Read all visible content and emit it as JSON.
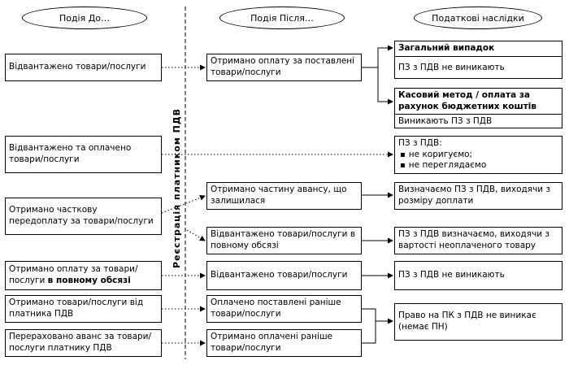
{
  "headers": {
    "before": "Подія До…",
    "after": "Подія Після…",
    "consequences": "Податкові наслідки"
  },
  "registration_label": "Реєстрація платником ПДВ",
  "before_events": [
    "Відвантажено товари/послуги",
    "Відвантажено та оплачено товари/послуги",
    "Отримано часткову передоплату за товари/послуги",
    "Отримано оплату за товари/ послуги в повному обсязі",
    "Отримано товари/послуги від платника ПДВ",
    "Перераховано аванс за товари/ послуги платнику ПДВ"
  ],
  "before_event_4_parts": {
    "normal": "Отримано оплату за товари/ послуги ",
    "bold": "в повному обсязі"
  },
  "after_events": [
    "Отримано оплату за поставлені товари/послуги",
    "Отримано частину авансу, що залишилася",
    "Відвантажено товари/послуги в повному обсязі",
    "Відвантажено товари/послуги",
    "Оплачено поставлені раніше товари/послуги",
    "Отримано оплачені раніше товари/послуги"
  ],
  "consequences": {
    "general_title": "Загальний випадок",
    "general_text": "ПЗ з ПДВ не виникають",
    "cash_title": "Касовий метод / оплата за рахунок бюджетних коштів",
    "cash_text": "Виникають ПЗ з ПДВ",
    "no_adjust_title": "ПЗ з ПДВ:",
    "no_adjust_items": [
      "не коригуємо;",
      "не переглядаємо"
    ],
    "prepay_rest": "Визначаємо ПЗ з ПДВ, виходячи з розміру доплати",
    "unpaid_value": "ПЗ з ПДВ визначаємо, виходячи з вартості неоплаченого товару",
    "none": "ПЗ з ПДВ не виникають",
    "no_credit": "Право на ПК з ПДВ не виникає (немає ПН)"
  }
}
